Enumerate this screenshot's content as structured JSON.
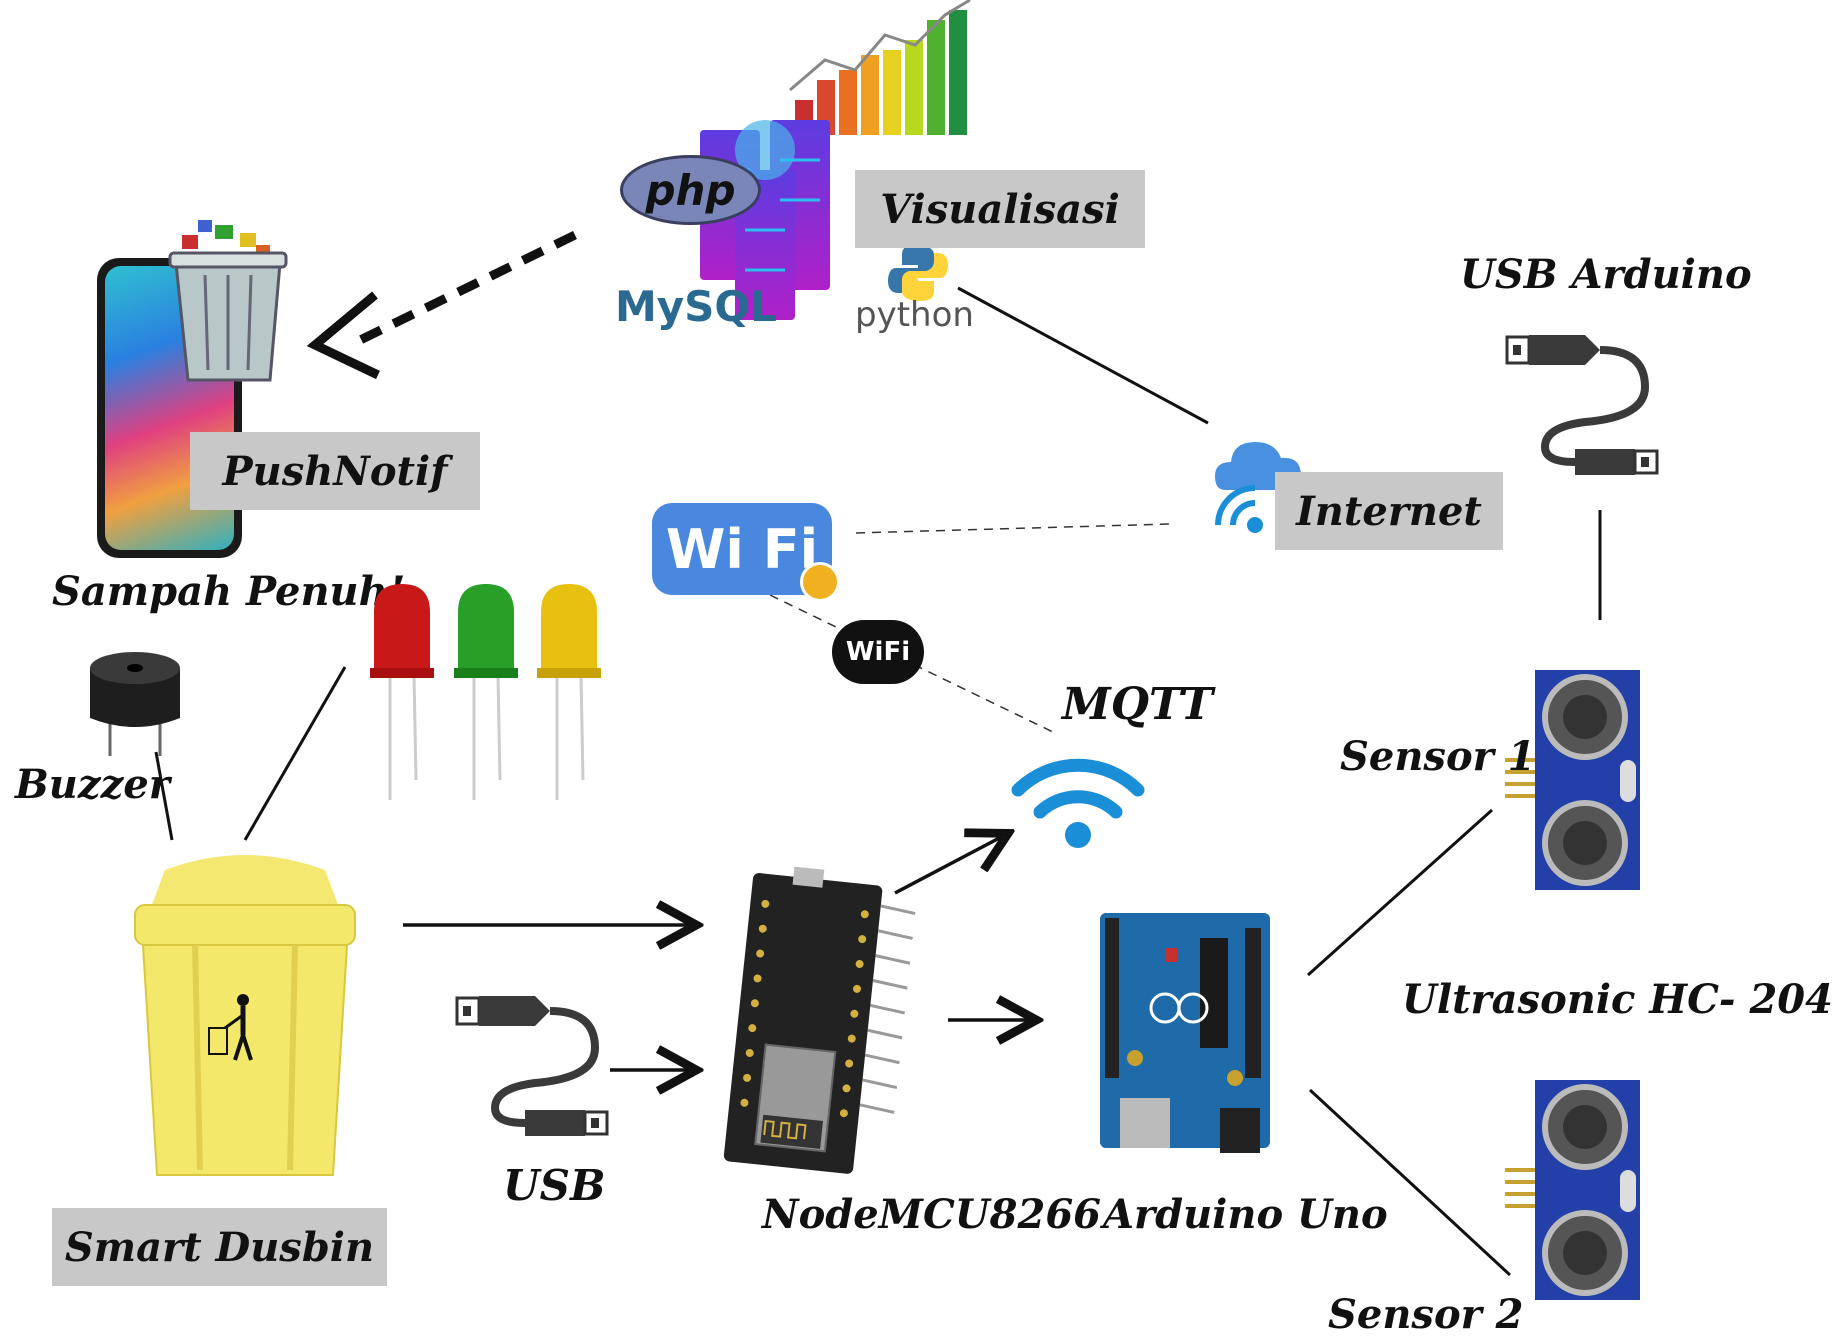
{
  "labels": {
    "visualisasi": "Visualisasi",
    "pushnotif": "PushNotif",
    "internet": "Internet",
    "usb_arduino": "USB Arduino",
    "sampah_penuh": "Sampah Penuh!",
    "buzzer": "Buzzer",
    "mqtt": "MQTT",
    "sensor1": "Sensor 1",
    "sensor2": "Sensor 2",
    "ultrasonic": "Ultrasonic HC- 204",
    "usb": "USB",
    "nodemcu": "NodeMCU8266",
    "arduino_uno": "Arduino Uno",
    "smart_dusbin": "Smart  Dusbin"
  },
  "logos": {
    "php": "php",
    "mysql": "MySQL",
    "python": "python",
    "wifi": "Wi Fi",
    "wifi_small": "WiFi"
  },
  "colors": {
    "label_box": "#c8c8c8",
    "wifi_blue": "#1a8fd8",
    "bin_yellow": "#f3e86a",
    "arduino_blue": "#1f6aa8",
    "sensor_blue": "#2240a8"
  },
  "icons": [
    "smartphone-icon",
    "trash-can-icon",
    "buzzer-icon",
    "led-red-icon",
    "led-green-icon",
    "led-yellow-icon",
    "dustbin-icon",
    "usb-cable-icon",
    "nodemcu-board-icon",
    "arduino-uno-board-icon",
    "ultrasonic-sensor-icon",
    "wifi-signal-icon",
    "cloud-icon",
    "server-icon",
    "bar-chart-icon"
  ]
}
